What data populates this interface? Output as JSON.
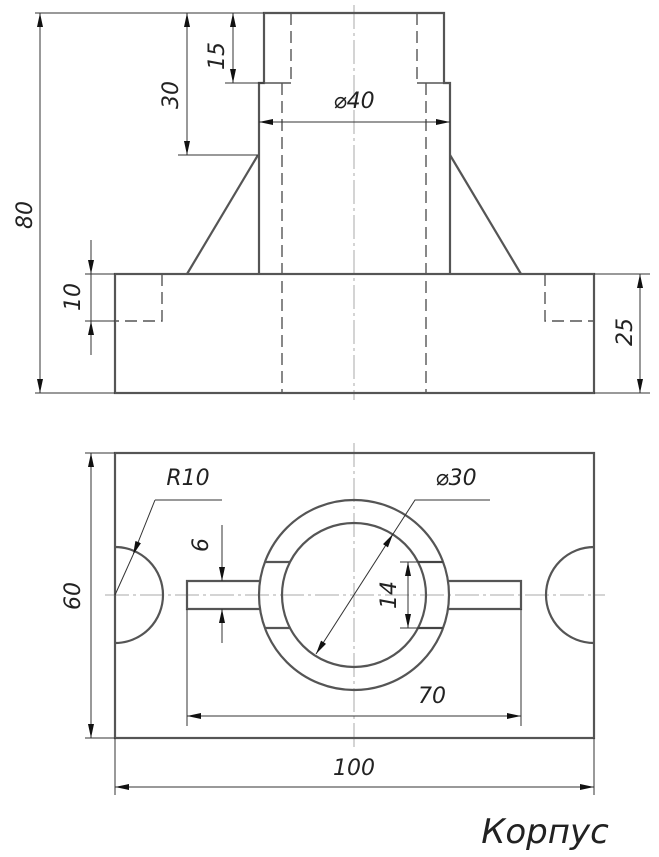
{
  "title": "Корпус",
  "dimensions": {
    "front_total_height": "80",
    "front_upper_height": "30",
    "front_top_step": "15",
    "front_bore": "⌀40",
    "front_recess": "10",
    "front_base_height": "25",
    "top_width": "60",
    "top_length": "100",
    "top_slot_span": "70",
    "top_slot_width": "6",
    "top_window": "14",
    "top_bore": "⌀30",
    "top_radius": "R10"
  }
}
